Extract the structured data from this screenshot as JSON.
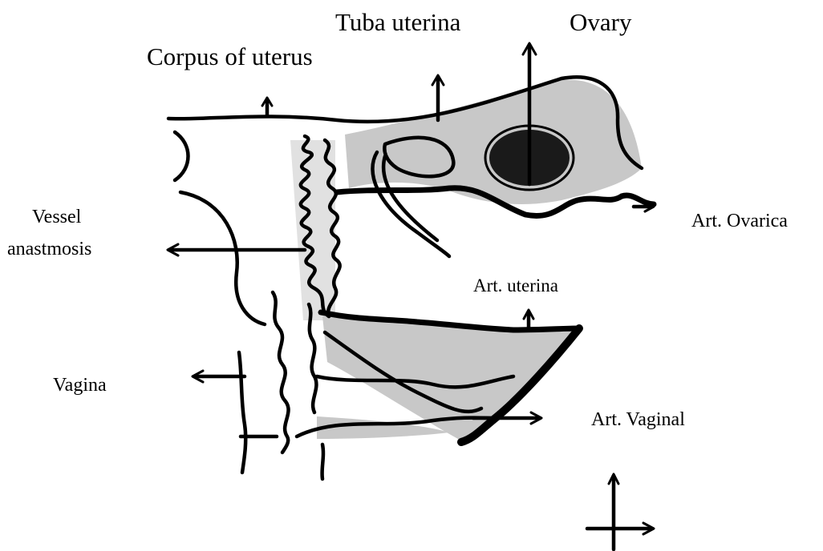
{
  "labels": {
    "tuba_uterina": "Tuba uterina",
    "ovary": "Ovary",
    "corpus_of_uterus": "Corpus of uterus",
    "vessel_line1": "Vessel",
    "vessel_line2": "anastmosis",
    "art_ovarica": "Art. Ovarica",
    "art_uterina": "Art. uterina",
    "vagina": "Vagina",
    "art_vaginal": "Art. Vaginal"
  },
  "colors": {
    "ink": "#000000",
    "shading": "#c8c8c8",
    "dark_fill": "#1a1a1a",
    "background": "#ffffff"
  }
}
